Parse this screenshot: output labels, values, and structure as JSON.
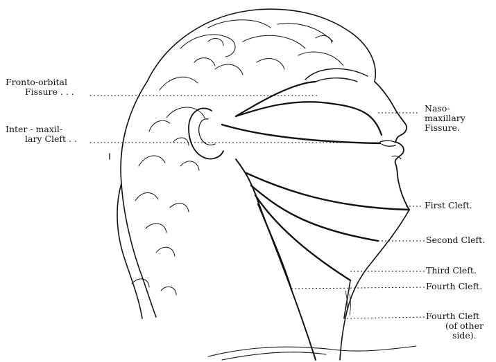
{
  "colors": {
    "ink": "#111111",
    "paper": "#ffffff"
  },
  "labels": {
    "fronto_orbital": [
      "Fronto-orbital",
      "Fissure . . ."
    ],
    "inter_maxillary": [
      "Inter - maxil-",
      "lary Cleft . ."
    ],
    "naso_maxillary": [
      "Naso-",
      "maxillary",
      "Fissure."
    ],
    "first_cleft": "First Cleft.",
    "second_cleft": "Second Cleft.",
    "third_cleft": "Third Cleft.",
    "fourth_cleft": "Fourth Cleft.",
    "fourth_cleft_other": [
      "Fourth Cleft",
      "(of other",
      "side)."
    ]
  }
}
